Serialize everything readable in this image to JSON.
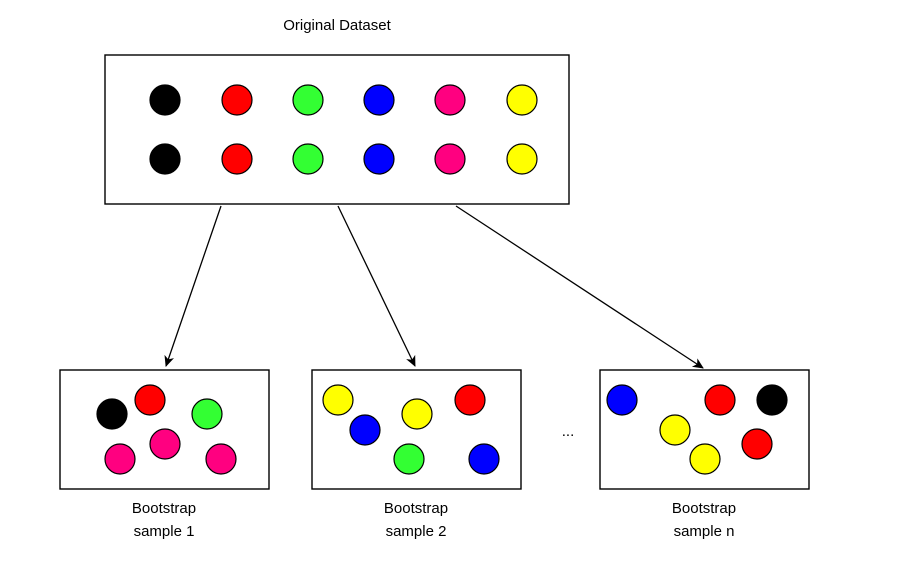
{
  "title": "Original Dataset",
  "ellipsis": "...",
  "colors": {
    "black": "#000000",
    "red": "#ff0000",
    "green": "#33ff33",
    "blue": "#0000ff",
    "pink": "#ff0080",
    "yellow": "#ffff00"
  },
  "original": {
    "rows": [
      [
        "black",
        "red",
        "green",
        "blue",
        "pink",
        "yellow"
      ],
      [
        "black",
        "red",
        "green",
        "blue",
        "pink",
        "yellow"
      ]
    ]
  },
  "samples": [
    {
      "caption_line1": "Bootstrap",
      "caption_line2": "sample 1",
      "balls": [
        "black",
        "red",
        "green",
        "pink",
        "pink",
        "pink"
      ]
    },
    {
      "caption_line1": "Bootstrap",
      "caption_line2": "sample 2",
      "balls": [
        "yellow",
        "blue",
        "yellow",
        "red",
        "green",
        "blue"
      ]
    },
    {
      "caption_line1": "Bootstrap",
      "caption_line2": "sample n",
      "balls": [
        "blue",
        "red",
        "black",
        "yellow",
        "red",
        "yellow"
      ]
    }
  ]
}
